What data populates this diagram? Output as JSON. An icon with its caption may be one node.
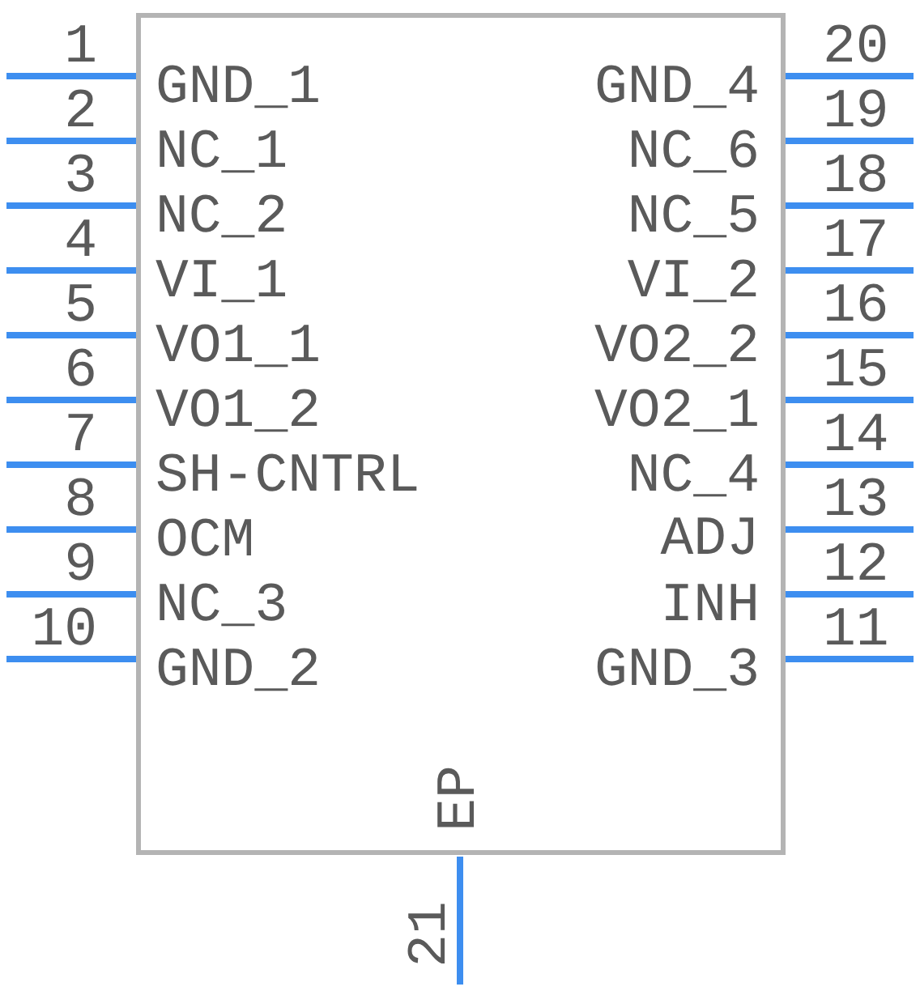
{
  "diagram": {
    "nodes": [
      {
        "text": [],
        "shape": "box"
      }
    ],
    "labels": [
      "1",
      "GND_1",
      "GND_4",
      "20",
      "2",
      "NC_1",
      "NC_6",
      "19",
      "3",
      "NC_2",
      "NC_5",
      "18",
      "4",
      "VI_1",
      "VI_2",
      "17",
      "5",
      "VO1_1",
      "VO2_2",
      "16",
      "6",
      "VO1_2",
      "VO2_1",
      "15",
      "7",
      "SH-CNTRL",
      "NC_4",
      "14",
      "8",
      "OCM",
      "ADJ",
      "13",
      "9",
      "NC_3",
      "INH",
      "12",
      "10",
      "GND_2",
      "GND_3",
      "11",
      "EP",
      "21"
    ]
  }
}
